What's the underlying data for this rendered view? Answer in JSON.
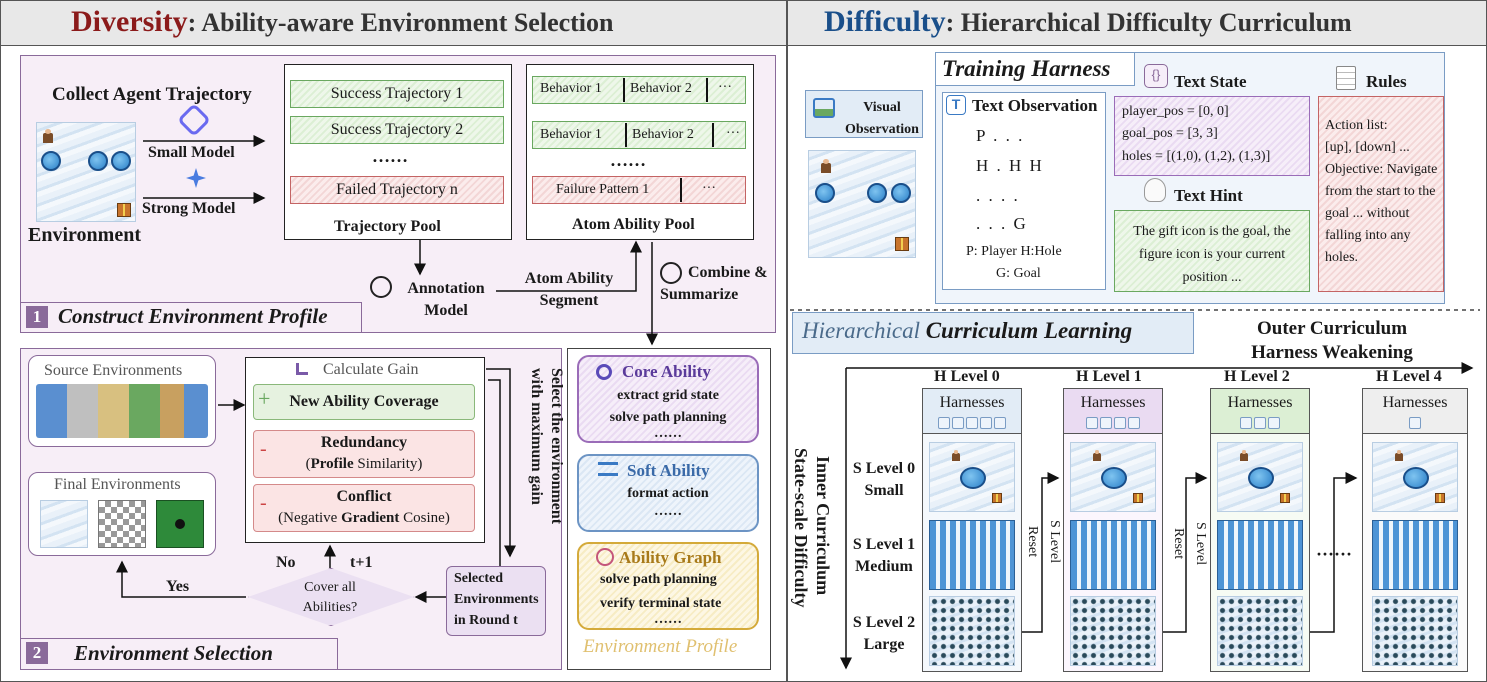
{
  "left_header": {
    "title_main": "Diversity",
    "title_rest": ": Ability-aware Environment Selection"
  },
  "right_header": {
    "title_main": "Difficulty",
    "title_rest": ": Hierarchical Difficulty Curriculum"
  },
  "stage1": {
    "collect_label": "Collect Agent Trajectory",
    "small_model": "Small Model",
    "strong_model": "Strong Model",
    "environment": "Environment",
    "trajectory_pool": {
      "items": [
        "Success Trajectory 1",
        "Success Trajectory 2",
        "Failed Trajectory n"
      ],
      "dots": "……",
      "label": "Trajectory Pool"
    },
    "atom_pool": {
      "row1": [
        "Behavior 1",
        "Behavior 2",
        "···"
      ],
      "row2": [
        "Behavior 1",
        "Behavior 2",
        "···"
      ],
      "dots": "……",
      "row3": [
        "Failure Pattern 1",
        "···"
      ],
      "label": "Atom Ability Pool"
    },
    "annotation_model": "Annotation Model",
    "atom_segment": "Atom Ability Segment",
    "combine": "Combine & Summarize",
    "num": "1",
    "title": "Construct Environment Profile"
  },
  "stage2": {
    "source_envs": "Source Environments",
    "final_envs": "Final Environments",
    "calculate_gain": "Calculate Gain",
    "new_ability": "New Ability Coverage",
    "redundancy": "Redundancy",
    "profile": "Profile",
    "similarity": " Similarity)",
    "conflict": "Conflict",
    "negative": "(Negative ",
    "gradient": "Gradient",
    "cosine": " Cosine)",
    "select_label": "Select the environment with maximum gain",
    "no": "No",
    "t1": "t+1",
    "yes": "Yes",
    "cover": "Cover all Abilities?",
    "selected": "Selected Environments in Round t",
    "num": "2",
    "title": "Environment Selection"
  },
  "profile": {
    "core_title": "Core Ability",
    "core_items": [
      "extract grid state",
      "solve path planning",
      "……"
    ],
    "soft_title": "Soft Ability",
    "soft_items": [
      "format action",
      "……"
    ],
    "graph_title": "Ability Graph",
    "graph_items": [
      "solve path planning",
      "verify terminal state",
      "……"
    ],
    "label": "Environment Profile"
  },
  "harness": {
    "title": "Training Harness",
    "visual": "Visual Observation",
    "text_obs_title": "Text Observation",
    "grid_lines": [
      "P . . .",
      "H . H H",
      ". . . .",
      ". . . G"
    ],
    "legend1": "P: Player H:Hole",
    "legend2": "G: Goal",
    "text_state_title": "Text State",
    "state_lines": [
      "player_pos = [0, 0]",
      "goal_pos = [3, 3]",
      "holes = [(1,0), (1,2), (1,3)]"
    ],
    "text_hint_title": "Text Hint",
    "hint": "The gift icon is the goal, the figure icon is your current position ...",
    "rules_title": "Rules",
    "rules_lines": [
      "Action list:",
      "[up], [down] ...",
      "Objective: Navigate",
      "from the start to the",
      "goal ... without",
      "falling into any",
      "holes."
    ]
  },
  "curriculum": {
    "title_a": "Hierarchical ",
    "title_b": "Curriculum Learning",
    "outer1": "Outer Curriculum",
    "outer2": "Harness Weakening",
    "inner1": "Inner Curriculum",
    "inner2": "State-scale Difficulty",
    "h_levels": [
      "H Level 0",
      "H Level 1",
      "H Level 2",
      "H Level 4"
    ],
    "harnesses": "Harnesses",
    "s_levels": [
      [
        "S Level 0",
        "Small"
      ],
      [
        "S Level 1",
        "Medium"
      ],
      [
        "S Level 2",
        "Large"
      ]
    ],
    "reset": "Reset",
    "s_level": "S Level",
    "dots": "······"
  }
}
